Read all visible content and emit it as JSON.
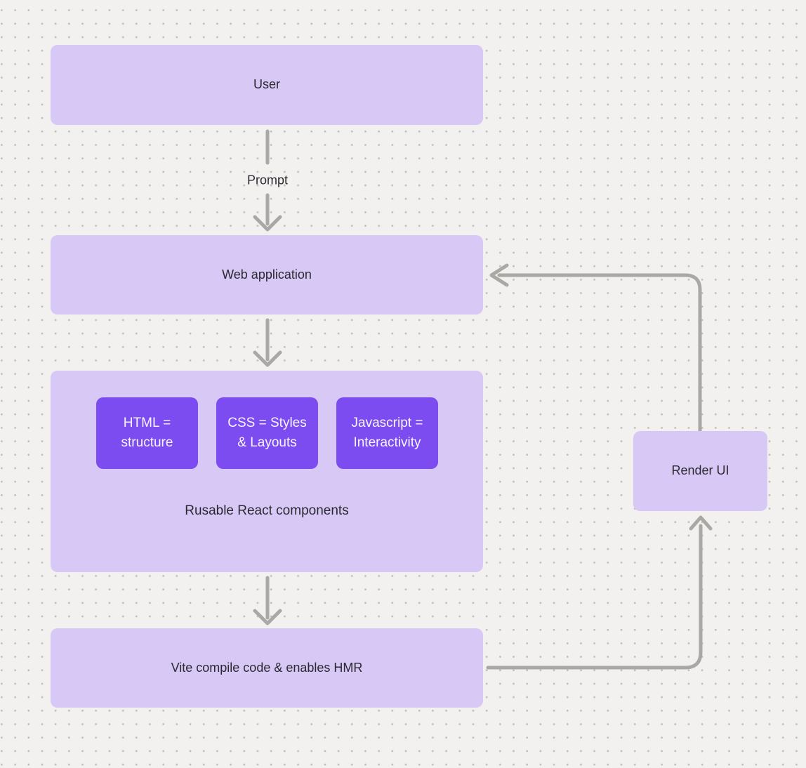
{
  "colors": {
    "canvas_bg": "#f2f1ef",
    "dot": "#c1bfbc",
    "node_fill": "#d7c8f6",
    "chip_fill": "#7c4cf0",
    "chip_text": "#f8f5ff",
    "text": "#2a2930",
    "arrow": "#a9a8a5"
  },
  "diagram": {
    "nodes": {
      "user": {
        "label": "User"
      },
      "web_application": {
        "label": "Web application"
      },
      "components_group": {
        "chips": [
          {
            "label": "HTML = structure"
          },
          {
            "label": "CSS = Styles & Layouts"
          },
          {
            "label": "Javascript = Interactivity"
          }
        ],
        "caption": "Rusable React components"
      },
      "vite": {
        "label": "Vite compile code & enables HMR"
      },
      "render_ui": {
        "label": "Render UI"
      }
    },
    "edges": {
      "user_to_web_application": {
        "label": "Prompt"
      }
    }
  }
}
